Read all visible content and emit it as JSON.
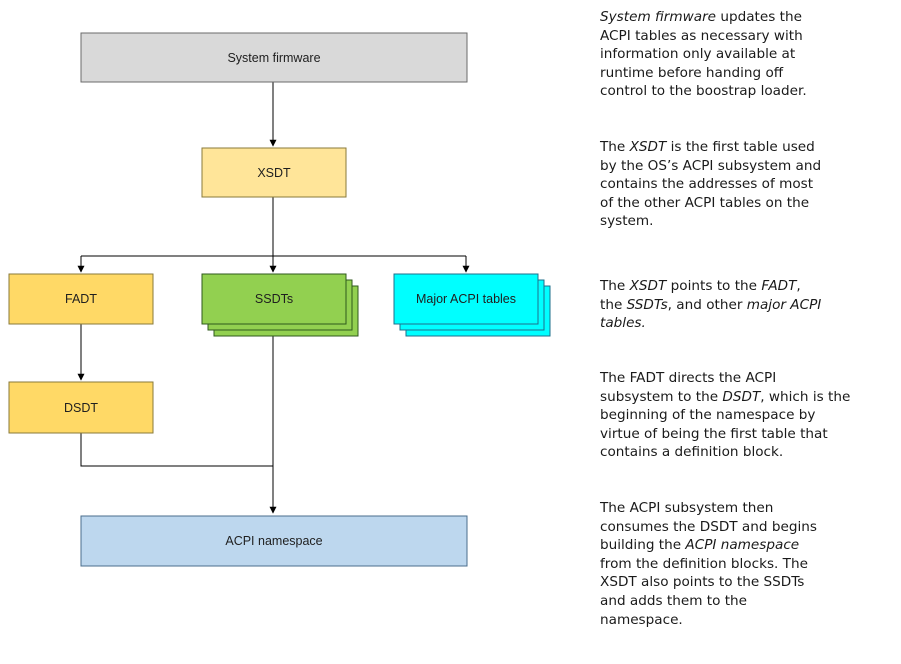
{
  "diagram": {
    "nodes": {
      "system_firmware": {
        "label": "System firmware",
        "fill": "#d9d9d9"
      },
      "xsdt": {
        "label": "XSDT",
        "fill": "#ffe599"
      },
      "fadt": {
        "label": "FADT",
        "fill": "#ffd966"
      },
      "ssdts": {
        "label": "SSDTs",
        "fill": "#92d050"
      },
      "major": {
        "label": "Major ACPI tables",
        "fill": "#00ffff"
      },
      "dsdt": {
        "label": "DSDT",
        "fill": "#ffd966"
      },
      "namespace": {
        "label": "ACPI namespace",
        "fill": "#bdd7ee"
      }
    },
    "edges": [
      [
        "System firmware",
        "XSDT"
      ],
      [
        "XSDT",
        "FADT"
      ],
      [
        "XSDT",
        "SSDTs"
      ],
      [
        "XSDT",
        "Major ACPI tables"
      ],
      [
        "FADT",
        "DSDT"
      ],
      [
        "DSDT",
        "ACPI namespace"
      ],
      [
        "SSDTs",
        "ACPI namespace"
      ]
    ]
  },
  "notes": [
    {
      "lines": [
        [
          {
            "t": "System firmware",
            "i": true
          },
          {
            "t": " updates the"
          }
        ],
        [
          {
            "t": "ACPI tables as necessary with"
          }
        ],
        [
          {
            "t": "information only available at"
          }
        ],
        [
          {
            "t": "runtime before handing off"
          }
        ],
        [
          {
            "t": "control to the boostrap loader."
          }
        ]
      ]
    },
    {
      "lines": [
        [
          {
            "t": "The "
          },
          {
            "t": "XSDT",
            "i": true
          },
          {
            "t": " is the first table used"
          }
        ],
        [
          {
            "t": "by the OS’s ACPI subsystem and"
          }
        ],
        [
          {
            "t": "contains the addresses of most"
          }
        ],
        [
          {
            "t": "of the other ACPI tables on the"
          }
        ],
        [
          {
            "t": "system."
          }
        ]
      ]
    },
    {
      "lines": [
        [
          {
            "t": "The "
          },
          {
            "t": "XSDT",
            "i": true
          },
          {
            "t": " points to the "
          },
          {
            "t": "FADT",
            "i": true
          },
          {
            "t": ","
          }
        ],
        [
          {
            "t": "the "
          },
          {
            "t": "SSDTs",
            "i": true
          },
          {
            "t": ", and other "
          },
          {
            "t": "major ACPI",
            "i": true
          }
        ],
        [
          {
            "t": "tables.",
            "i": true
          }
        ]
      ]
    },
    {
      "lines": [
        [
          {
            "t": " The FADT directs the ACPI"
          }
        ],
        [
          {
            "t": "subsystem to the "
          },
          {
            "t": "DSDT",
            "i": true
          },
          {
            "t": ", which is the"
          }
        ],
        [
          {
            "t": "beginning of the namespace by"
          }
        ],
        [
          {
            "t": "virtue of being the first table that"
          }
        ],
        [
          {
            "t": "contains a definition block."
          }
        ]
      ]
    },
    {
      "lines": [
        [
          {
            "t": "The ACPI subsystem then"
          }
        ],
        [
          {
            "t": "consumes the DSDT and begins"
          }
        ],
        [
          {
            "t": "building the "
          },
          {
            "t": "ACPI namespace",
            "i": true
          }
        ],
        [
          {
            "t": "from the definition blocks. The"
          }
        ],
        [
          {
            "t": "XSDT also points to the SSDTs"
          }
        ],
        [
          {
            "t": "and adds them to the"
          }
        ],
        [
          {
            "t": "namespace."
          }
        ]
      ]
    }
  ]
}
